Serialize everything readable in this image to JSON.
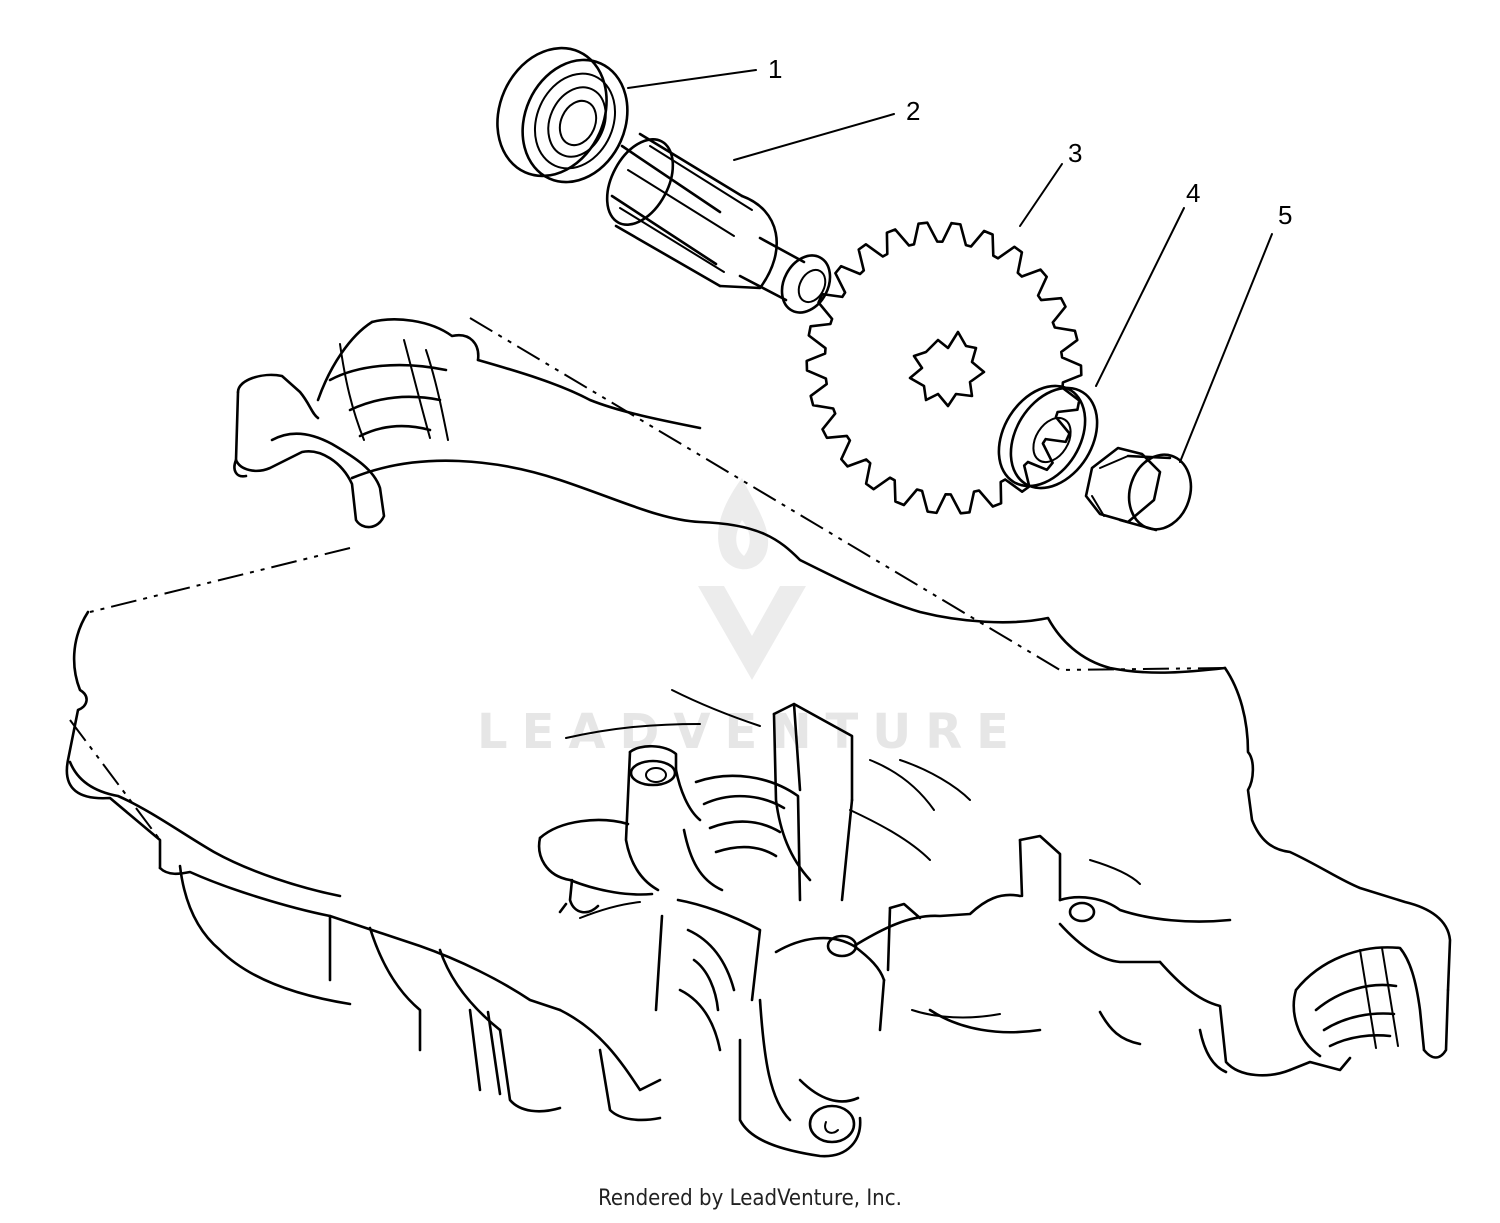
{
  "callouts": [
    {
      "label": "1",
      "part": "bearing"
    },
    {
      "label": "2",
      "part": "pinion-shaft"
    },
    {
      "label": "3",
      "part": "sprocket"
    },
    {
      "label": "4",
      "part": "washer"
    },
    {
      "label": "5",
      "part": "nut"
    }
  ],
  "watermark": {
    "text": "LEADVENTURE"
  },
  "footer": {
    "credit": "Rendered by LeadVenture, Inc."
  }
}
